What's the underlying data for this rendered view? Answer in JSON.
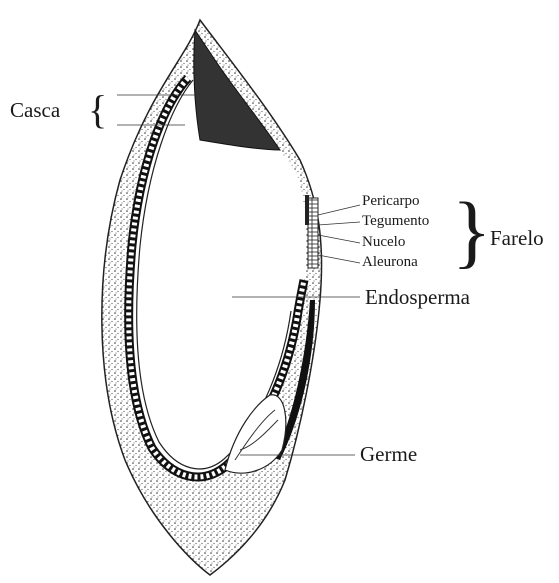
{
  "labels": {
    "casca": "Casca",
    "pericarpo": "Pericarpo",
    "tegumento": "Tegumento",
    "nucelo": "Nucelo",
    "aleurona": "Aleurona",
    "farelo": "Farelo",
    "endosperma": "Endosperma",
    "germe": "Germe"
  },
  "colors": {
    "ink": "#1a1a1a",
    "background": "#ffffff"
  }
}
